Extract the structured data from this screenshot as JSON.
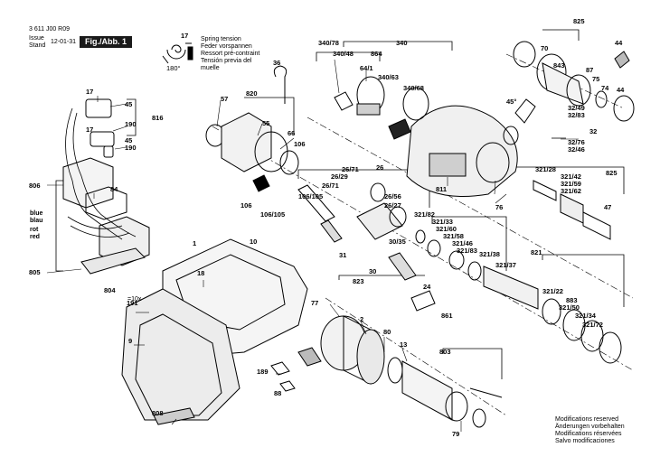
{
  "header": {
    "doc_number": "3 611 J00 R09",
    "issue_label": "Issue",
    "stand_label": "Stand",
    "issue_date": "12-01-31",
    "figure": "Fig./Abb. 1"
  },
  "spring_legend": {
    "part_ref": "17",
    "angle": "180°",
    "lines": [
      "Spring tension",
      "Feder vorspannen",
      "Ressort pré-contraint",
      "Tensión previa del",
      "muelle"
    ]
  },
  "modifications": [
    "Modifications reserved",
    "Änderungen vorbehalten",
    "Modifications réservées",
    "Salvo modificaciones"
  ],
  "wire_colors": [
    "blue",
    "blau",
    "rot",
    "red"
  ],
  "quantity_note": "=10x",
  "callouts": [
    {
      "t": "17"
    },
    {
      "t": "45"
    },
    {
      "t": "816"
    },
    {
      "t": "190"
    },
    {
      "t": "17"
    },
    {
      "t": "45"
    },
    {
      "t": "190"
    },
    {
      "t": "806"
    },
    {
      "t": "84"
    },
    {
      "t": "805"
    },
    {
      "t": "804"
    },
    {
      "t": "820"
    },
    {
      "t": "57"
    },
    {
      "t": "55"
    },
    {
      "t": "66"
    },
    {
      "t": "106"
    },
    {
      "t": "36"
    },
    {
      "t": "106"
    },
    {
      "t": "106/105"
    },
    {
      "t": "106/105"
    },
    {
      "t": "340/78"
    },
    {
      "t": "340/48"
    },
    {
      "t": "864"
    },
    {
      "t": "340"
    },
    {
      "t": "64/1"
    },
    {
      "t": "340/63"
    },
    {
      "t": "340/68"
    },
    {
      "t": "825"
    },
    {
      "t": "70"
    },
    {
      "t": "44"
    },
    {
      "t": "843"
    },
    {
      "t": "87"
    },
    {
      "t": "75"
    },
    {
      "t": "74"
    },
    {
      "t": "44"
    },
    {
      "t": "45°"
    },
    {
      "t": "32/49"
    },
    {
      "t": "32/83"
    },
    {
      "t": "32"
    },
    {
      "t": "32/76"
    },
    {
      "t": "32/46"
    },
    {
      "t": "811"
    },
    {
      "t": "76"
    },
    {
      "t": "26"
    },
    {
      "t": "26/71"
    },
    {
      "t": "26/29"
    },
    {
      "t": "26/71"
    },
    {
      "t": "26/56"
    },
    {
      "t": "26/27"
    },
    {
      "t": "321/28"
    },
    {
      "t": "321/42"
    },
    {
      "t": "825"
    },
    {
      "t": "321/59"
    },
    {
      "t": "321/62"
    },
    {
      "t": "47"
    },
    {
      "t": "321/82"
    },
    {
      "t": "321/33"
    },
    {
      "t": "321/60"
    },
    {
      "t": "321/58"
    },
    {
      "t": "321/46"
    },
    {
      "t": "321/83"
    },
    {
      "t": "321/38"
    },
    {
      "t": "821"
    },
    {
      "t": "321/37"
    },
    {
      "t": "30/35"
    },
    {
      "t": "31"
    },
    {
      "t": "30"
    },
    {
      "t": "823"
    },
    {
      "t": "24"
    },
    {
      "t": "861"
    },
    {
      "t": "1"
    },
    {
      "t": "10"
    },
    {
      "t": "18"
    },
    {
      "t": "191"
    },
    {
      "t": "77"
    },
    {
      "t": "2"
    },
    {
      "t": "80"
    },
    {
      "t": "9"
    },
    {
      "t": "13"
    },
    {
      "t": "803"
    },
    {
      "t": "189"
    },
    {
      "t": "88"
    },
    {
      "t": "808"
    },
    {
      "t": "79"
    },
    {
      "t": "321/22"
    },
    {
      "t": "883"
    },
    {
      "t": "321/50"
    },
    {
      "t": "321/34"
    },
    {
      "t": "321/72"
    }
  ]
}
